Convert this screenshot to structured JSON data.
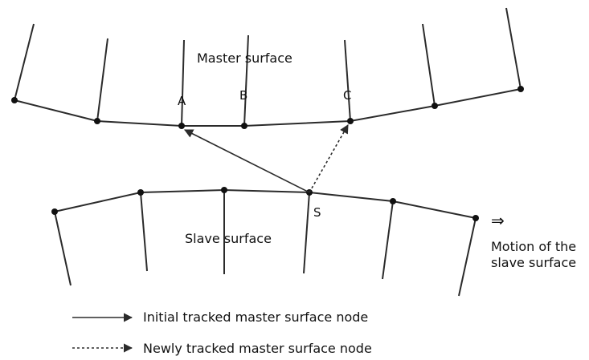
{
  "labels": {
    "master_surface": "Master surface",
    "slave_surface": "Slave surface",
    "node_a": "A",
    "node_b": "B",
    "node_c": "C",
    "node_s": "S",
    "motion_arrow": "⇒",
    "motion_line1": "Motion of the",
    "motion_line2": "slave surface"
  },
  "legend": {
    "initial": "Initial tracked master surface node",
    "newly": "Newly tracked master surface node"
  },
  "colors": {
    "line": "#2b2b2b",
    "node": "#111111"
  }
}
